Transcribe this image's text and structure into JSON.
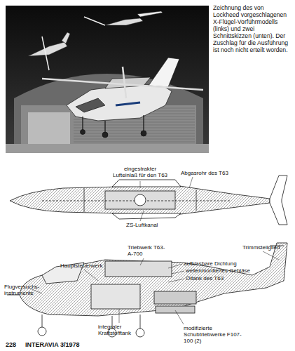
{
  "diagram": {
    "caption": "Zeichnung des von Lockheed vorgeschlagenen X-Flügel-Vorführmodells (links) und zwei Schnittskizzen (unten). Der Zuschlag für die Ausführung ist noch nicht erteilt worden.",
    "labels": [
      "eingestrakter Lufteinlaß für den T63",
      "Abgasrohr des T63",
      "ZS-Luftkanal",
      "Trimmstellglied",
      "Triebwerk T63-A-700",
      "Hauptsteuerwerk",
      "aufblasbare Dichtung",
      "wellenmontiertes Gebläse",
      "Öltank des T63",
      "Flugversuchs- instrumente",
      "integraler Kraftstofftank",
      "modifizierte Schubtriebwerke F107-100 (2)",
      "228",
      "INTERAVIA 3/1978"
    ]
  }
}
